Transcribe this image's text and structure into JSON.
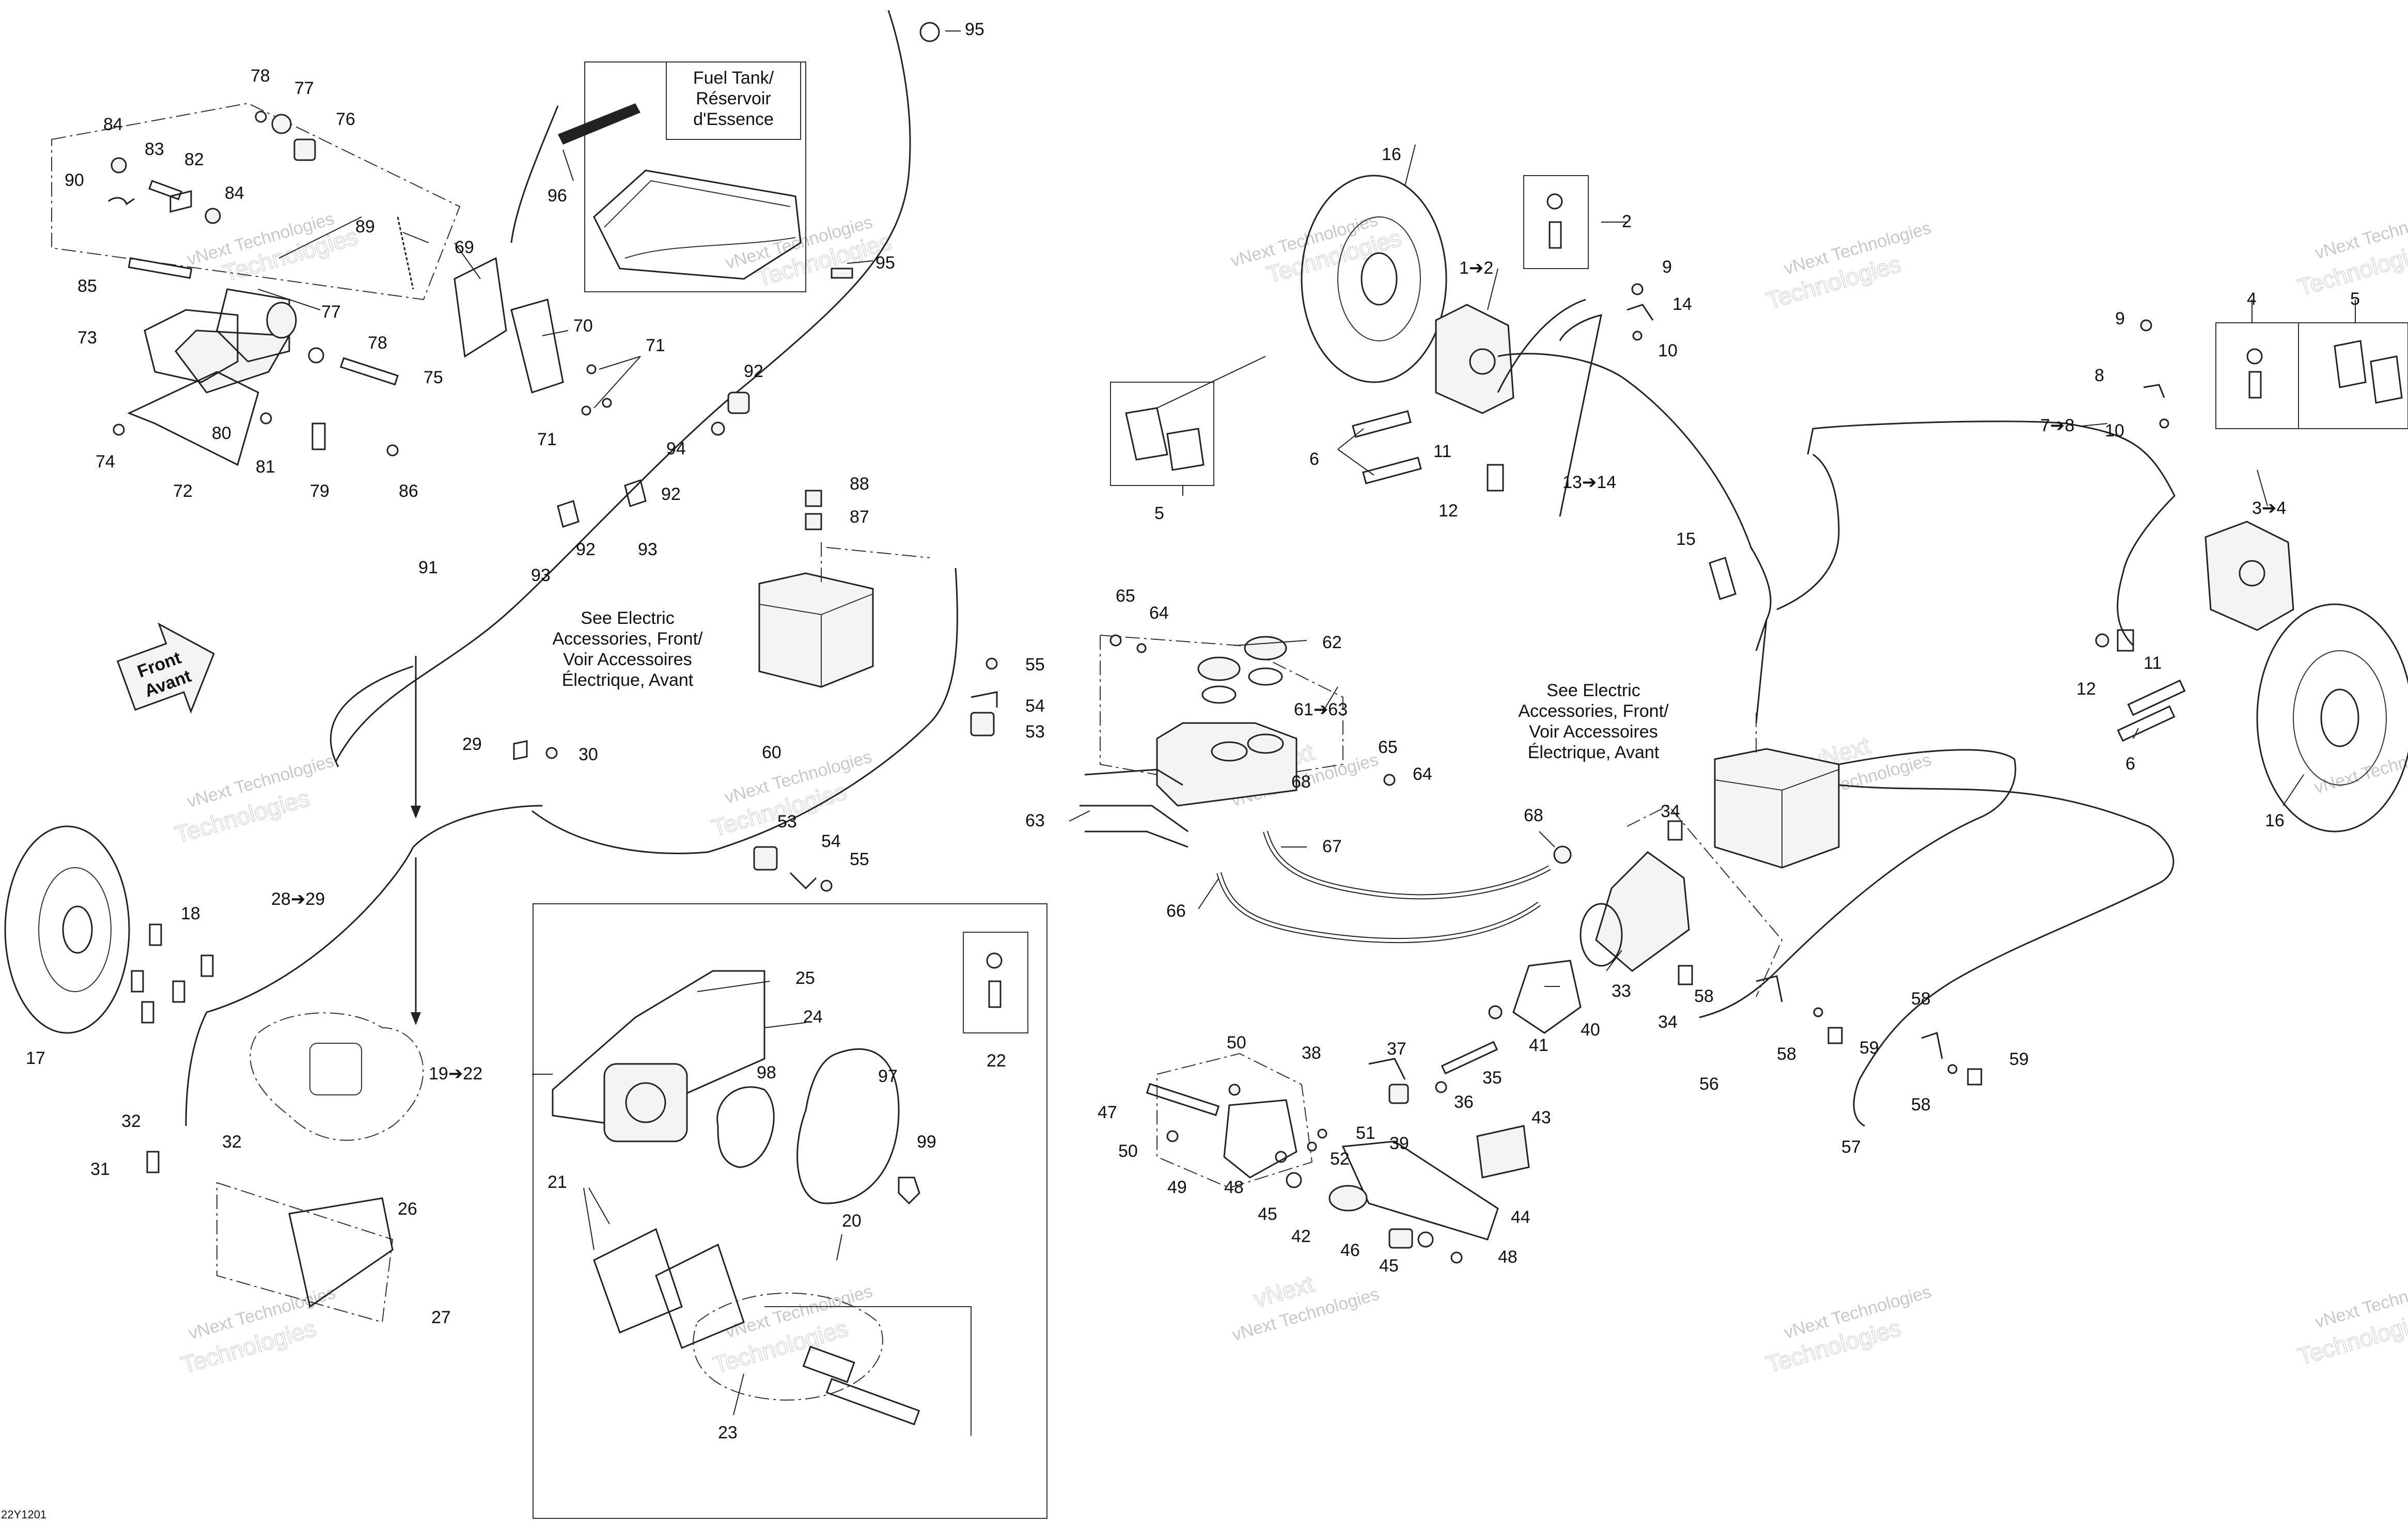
{
  "figure_code": "22Y1201",
  "watermark": {
    "line1": "vNext Technologies",
    "line2": "vNext",
    "line3": "Technologies"
  },
  "notes": {
    "fuel_tank": [
      "Fuel Tank/",
      "Réservoir",
      "d'Essence"
    ],
    "electric_left": [
      "See Electric",
      "Accessories, Front/",
      "Voir Accessoires",
      "Électrique, Avant"
    ],
    "electric_right": [
      "See Electric",
      "Accessories, Front/",
      "Voir Accessoires",
      "Électrique, Avant"
    ],
    "front_arrow": [
      "Front",
      "Avant"
    ]
  },
  "callouts": {
    "c95a": "95",
    "c95b": "95",
    "c96": "96",
    "c78a": "78",
    "c77a": "77",
    "c76": "76",
    "c84a": "84",
    "c83": "83",
    "c82": "82",
    "c90": "90",
    "c84b": "84",
    "c89": "89",
    "c69": "69",
    "c85": "85",
    "c73": "73",
    "c77b": "77",
    "c78b": "78",
    "c75": "75",
    "c70": "70",
    "c71a": "71",
    "c71b": "71",
    "c74": "74",
    "c72": "72",
    "c80": "80",
    "c81": "81",
    "c79": "79",
    "c86": "86",
    "c92a": "92",
    "c94": "94",
    "c92b": "92",
    "c92c": "92",
    "c93a": "93",
    "c93b": "93",
    "c91": "91",
    "c88": "88",
    "c87": "87",
    "c55a": "55",
    "c54a": "54",
    "c53a": "53",
    "c60": "60",
    "c53b": "53",
    "c54b": "54",
    "c55b": "55",
    "c29": "29",
    "c30": "30",
    "c28": "28➔29",
    "c18": "18",
    "c17": "17",
    "c1922": "19➔22",
    "c32a": "32",
    "c32b": "32",
    "c31": "31",
    "c26": "26",
    "c27": "27",
    "c25": "25",
    "c24": "24",
    "c22": "22",
    "c98": "98",
    "c97": "97",
    "c99": "99",
    "c21": "21",
    "c20": "20",
    "c23": "23",
    "c16a": "16",
    "c12x": "1➔2",
    "c2": "2",
    "c9a": "9",
    "c14": "14",
    "c10a": "10",
    "c5a": "5",
    "c6a": "6",
    "c11a": "11",
    "c12a": "12",
    "c1314": "13➔14",
    "c15": "15",
    "c65a": "65",
    "c64a": "64",
    "c62": "62",
    "c6163": "61➔63",
    "c65b": "65",
    "c64b": "64",
    "c68a": "68",
    "c63": "63",
    "c67": "67",
    "c66": "66",
    "c68b": "68",
    "c34a": "34",
    "c33": "33",
    "c40": "40",
    "c41": "41",
    "c35": "35",
    "c34b": "34",
    "c58a": "58",
    "c58b": "58",
    "c58c": "58",
    "c58d": "58",
    "c59a": "59",
    "c59b": "59",
    "c56": "56",
    "c57": "57",
    "c50a": "50",
    "c38": "38",
    "c37": "37",
    "c47": "47",
    "c36": "36",
    "c50b": "50",
    "c51": "51",
    "c52": "52",
    "c39": "39",
    "c49": "49",
    "c48a": "48",
    "c43": "43",
    "c45a": "45",
    "c42": "42",
    "c46": "46",
    "c45b": "45",
    "c44": "44",
    "c48b": "48",
    "c4": "4",
    "c5b": "5",
    "c9b": "9",
    "c8": "8",
    "c10b": "10",
    "c78x": "7➔8",
    "c34x": "3➔4",
    "c12b": "12",
    "c11b": "11",
    "c6b": "6",
    "c16b": "16"
  }
}
